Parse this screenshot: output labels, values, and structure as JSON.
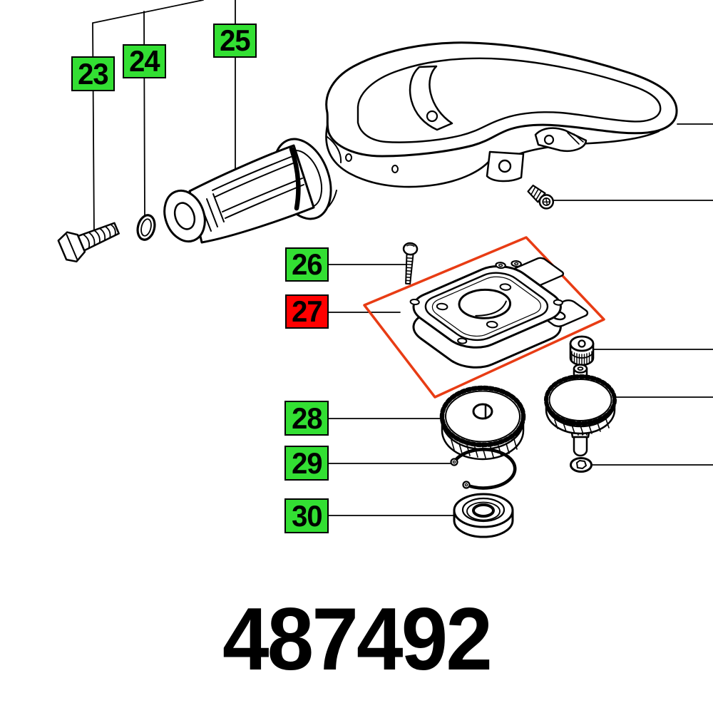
{
  "diagram": {
    "part_number": "487492",
    "callouts": [
      {
        "number": "23",
        "highlight": "green"
      },
      {
        "number": "24",
        "highlight": "green"
      },
      {
        "number": "25",
        "highlight": "green"
      },
      {
        "number": "26",
        "highlight": "green"
      },
      {
        "number": "27",
        "highlight": "red"
      },
      {
        "number": "28",
        "highlight": "green"
      },
      {
        "number": "29",
        "highlight": "green"
      },
      {
        "number": "30",
        "highlight": "green"
      }
    ],
    "colors": {
      "callout_green": "#33df33",
      "callout_red": "#ff0000",
      "callout_border": "#000000",
      "selection_marker_red": "#e83c14",
      "line_art": "#000000",
      "background": "#ffffff"
    }
  }
}
